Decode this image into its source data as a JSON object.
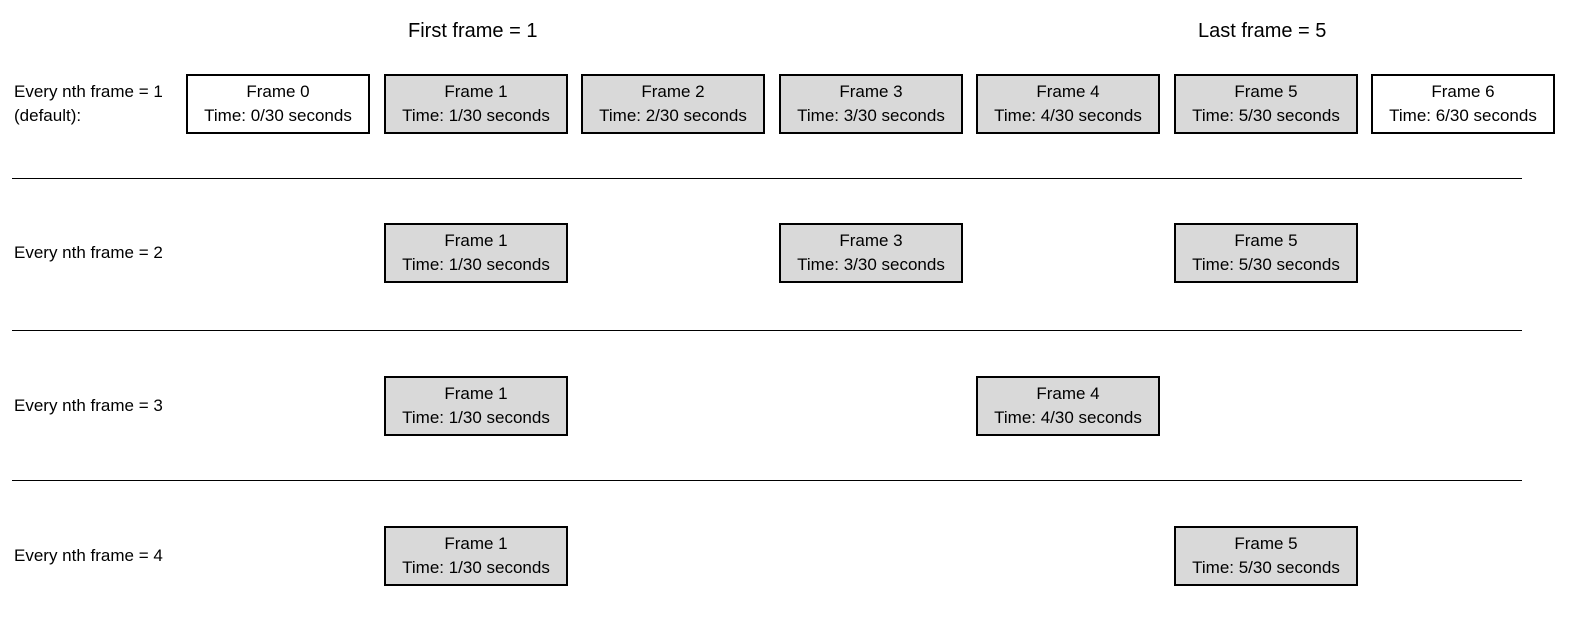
{
  "headers": {
    "first_frame": "First frame = 1",
    "last_frame": "Last frame = 5"
  },
  "frame_time_prefix": "Time: ",
  "colors": {
    "selected_fill": "#d9d9d9",
    "unselected_fill": "#ffffff",
    "border": "#000000"
  },
  "rows": [
    {
      "label_line1": "Every nth frame = 1",
      "label_line2": "(default):",
      "frames": [
        {
          "name": "Frame 0",
          "time": "0/30 seconds",
          "selected": false
        },
        {
          "name": "Frame 1",
          "time": "1/30 seconds",
          "selected": true
        },
        {
          "name": "Frame 2",
          "time": "2/30 seconds",
          "selected": true
        },
        {
          "name": "Frame 3",
          "time": "3/30 seconds",
          "selected": true
        },
        {
          "name": "Frame 4",
          "time": "4/30 seconds",
          "selected": true
        },
        {
          "name": "Frame 5",
          "time": "5/30 seconds",
          "selected": true
        },
        {
          "name": "Frame 6",
          "time": "6/30 seconds",
          "selected": false
        }
      ]
    },
    {
      "label_line1": "Every nth frame = 2",
      "label_line2": "",
      "frames": [
        {
          "name": "Frame 1",
          "time": "1/30 seconds",
          "selected": true
        },
        {
          "name": "Frame 3",
          "time": "3/30 seconds",
          "selected": true
        },
        {
          "name": "Frame 5",
          "time": "5/30 seconds",
          "selected": true
        }
      ]
    },
    {
      "label_line1": "Every nth frame = 3",
      "label_line2": "",
      "frames": [
        {
          "name": "Frame 1",
          "time": "1/30 seconds",
          "selected": true
        },
        {
          "name": "Frame 4",
          "time": "4/30 seconds",
          "selected": true
        }
      ]
    },
    {
      "label_line1": "Every nth frame = 4",
      "label_line2": "",
      "frames": [
        {
          "name": "Frame 1",
          "time": "1/30 seconds",
          "selected": true
        },
        {
          "name": "Frame 5",
          "time": "5/30 seconds",
          "selected": true
        }
      ]
    }
  ]
}
